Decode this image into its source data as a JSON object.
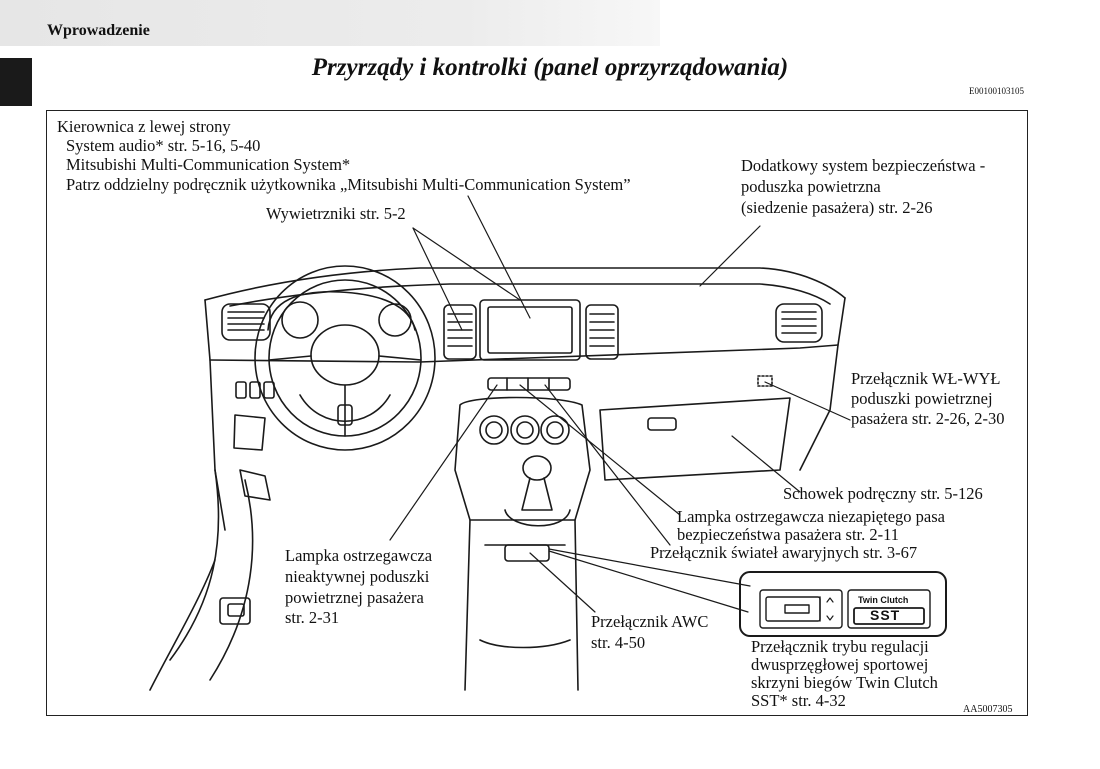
{
  "header": {
    "section": "Wprowadzenie",
    "title": "Przyrządy i kontrolki (panel oprzyrządowania)",
    "code": "E00100103105"
  },
  "callouts": {
    "steering_left": "Kierownica z lewej strony",
    "audio": "System audio* str. 5-16, 5-40",
    "mmcs": "Mitsubishi Multi-Communication System*",
    "mmcs_manual": "Patrz oddzielny podręcznik użytkownika „Mitsubishi Multi-Communication System”",
    "vents": "Wywietrzniki str. 5-2",
    "airbag_line1": "Dodatkowy system bezpieczeństwa -",
    "airbag_line2": "poduszka powietrzna",
    "airbag_line3": "(siedzenie pasażera) str. 2-26",
    "switch_line1": "Przełącznik WŁ-WYŁ",
    "switch_line2": "poduszki powietrznej",
    "switch_line3": "pasażera str. 2-26, 2-30",
    "glovebox": "Schowek podręczny str. 5-126",
    "seatbelt_line1": "Lampka ostrzegawcza niezapiętego pasa",
    "seatbelt_line2": "bezpieczeństwa pasażera str. 2-11",
    "hazard": "Przełącznik świateł awaryjnych str. 3-67",
    "inactive_line1": "Lampka ostrzegawcza",
    "inactive_line2": "nieaktywnej poduszki",
    "inactive_line3": "powietrznej pasażera",
    "inactive_line4": "str. 2-31",
    "awc_line1": "Przełącznik AWC",
    "awc_line2": "str. 4-50",
    "sst_line1": "Przełącznik trybu regulacji",
    "sst_line2": "dwusprzęgłowej sportowej",
    "sst_line3": "skrzyni biegów Twin Clutch",
    "sst_line4": "SST* str. 4-32"
  },
  "inset": {
    "badge_top": "Twin Clutch",
    "badge_bottom": "SST"
  },
  "figure_code": "AA5007305"
}
